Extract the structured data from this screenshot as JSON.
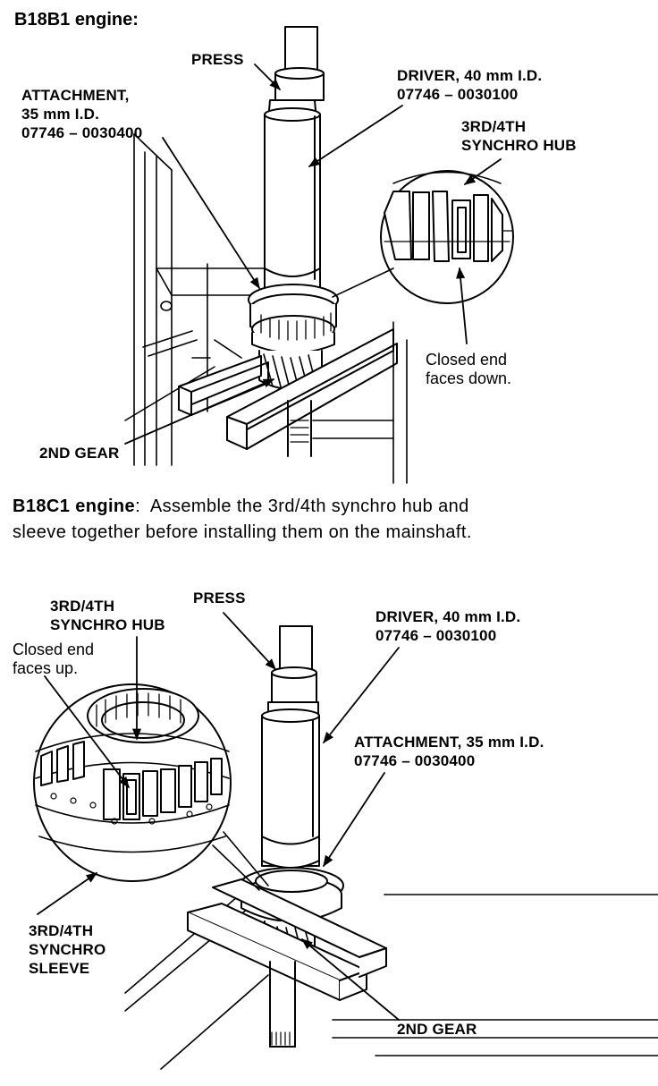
{
  "section1": {
    "heading": "B18B1 engine:",
    "labels": {
      "press": "PRESS",
      "driver": "DRIVER, 40 mm I.D.\n07746 – 0030100",
      "attachment": "ATTACHMENT,\n35 mm I.D.\n07746 – 0030400",
      "synchro_hub": "3RD/4TH\nSYNCHRO HUB",
      "closed_end": "Closed end\nfaces down.",
      "second_gear": "2ND GEAR"
    }
  },
  "section2": {
    "heading": "B18C1 engine",
    "instruction": ":  Assemble the 3rd/4th synchro hub and\nsleeve together before installing them on the mainshaft.",
    "labels": {
      "press": "PRESS",
      "synchro_hub": "3RD/4TH\nSYNCHRO HUB",
      "closed_end": "Closed end\nfaces up.",
      "driver": "DRIVER, 40 mm I.D.\n07746 – 0030100",
      "attachment": "ATTACHMENT, 35 mm I.D.\n07746 – 0030400",
      "synchro_sleeve": "3RD/4TH\nSYNCHRO\nSLEEVE",
      "second_gear": "2ND GEAR"
    }
  }
}
